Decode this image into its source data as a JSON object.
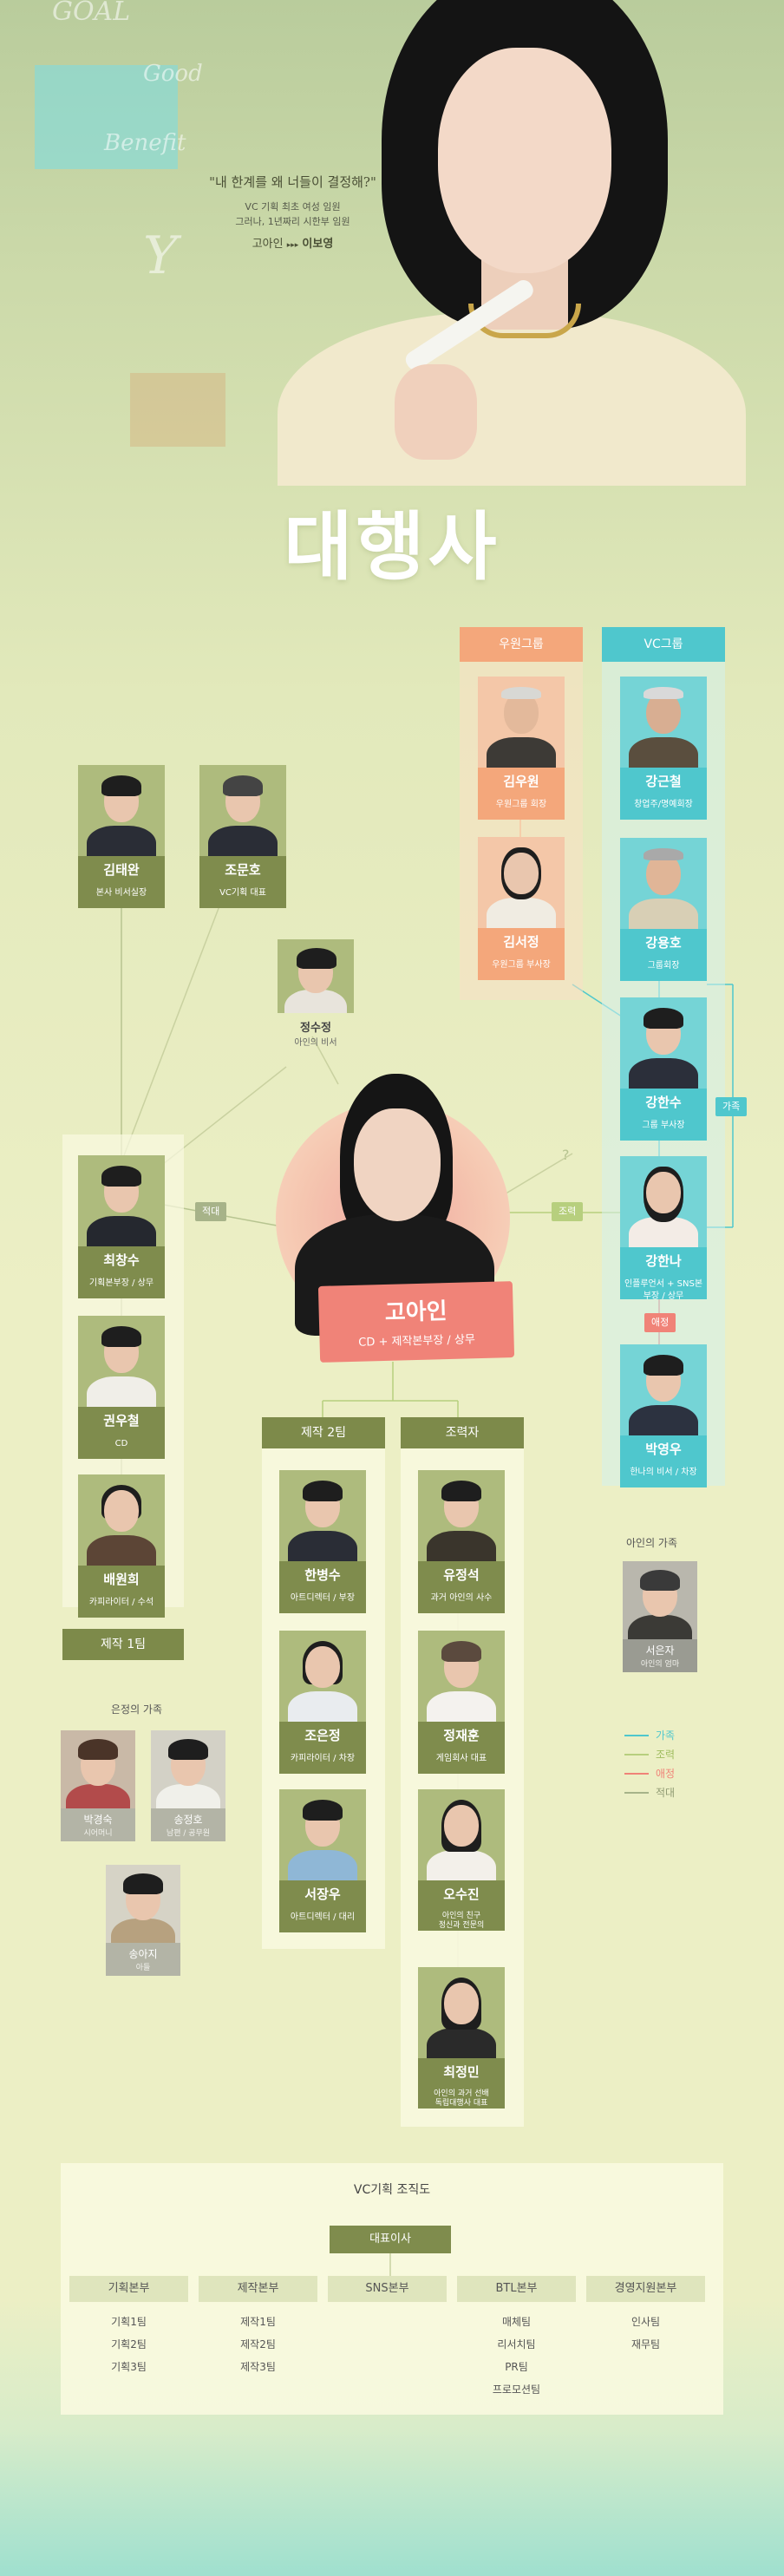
{
  "hero": {
    "quote": "\"내 한계를 왜 너들이 결정해?\"",
    "desc_line1": "VC 기획 최초 여성 임원",
    "desc_line2": "그러나, 1년짜리 시한부 임원",
    "role_name": "고아인",
    "actor": "이보영",
    "scribbles": [
      "GOAL",
      "Good",
      "Benefit",
      "Y"
    ]
  },
  "logo": "대행사",
  "groups": {
    "woowon": {
      "title": "우원그룹",
      "members": [
        {
          "name": "김우원",
          "role": "우원그룹 회장"
        },
        {
          "name": "김서정",
          "role": "우원그룹 부사장"
        }
      ]
    },
    "vc": {
      "title": "VC그룹",
      "members": [
        {
          "name": "강근철",
          "role": "창업주/명예회장"
        },
        {
          "name": "강용호",
          "role": "그룹회장"
        },
        {
          "name": "강한수",
          "role": "그룹 부사장"
        },
        {
          "name": "강한나",
          "role": "인플루언서 + SNS본부장 / 상무"
        },
        {
          "name": "박영우",
          "role": "한나의 비서 / 차장"
        }
      ]
    }
  },
  "left_top": [
    {
      "name": "김태완",
      "role": "본사 비서실장"
    },
    {
      "name": "조문호",
      "role": "VC기획 대표"
    }
  ],
  "secretary": {
    "name": "정수정",
    "role": "아인의 비서"
  },
  "center": {
    "name": "고아인",
    "role": "CD + 제작본부장 / 상무"
  },
  "team1": {
    "title": "제작 1팀",
    "members": [
      {
        "name": "최창수",
        "role": "기획본부장 / 상무"
      },
      {
        "name": "권우철",
        "role": "CD"
      },
      {
        "name": "배원희",
        "role": "카피라이터 / 수석"
      }
    ]
  },
  "team2": {
    "title": "제작 2팀",
    "members": [
      {
        "name": "한병수",
        "role": "아트디렉터 / 부장"
      },
      {
        "name": "조은정",
        "role": "카피라이터 / 차장"
      },
      {
        "name": "서장우",
        "role": "아트디렉터 / 대리"
      }
    ]
  },
  "helpers": {
    "title": "조력자",
    "members": [
      {
        "name": "유정석",
        "role": "과거 아인의 사수"
      },
      {
        "name": "정재훈",
        "role": "게임회사 대표"
      },
      {
        "name": "오수진",
        "role_line1": "아인의 친구",
        "role_line2": "정신과 전문의"
      },
      {
        "name": "최정민",
        "role_line1": "아인의 과거 선배",
        "role_line2": "독립대행사 대표"
      }
    ]
  },
  "ain_family": {
    "title": "아인의 가족",
    "member": {
      "name": "서은자",
      "role": "아인의 엄마"
    }
  },
  "eunjung_family": {
    "title": "은정의 가족",
    "members": [
      {
        "name": "박경숙",
        "role": "시어머니"
      },
      {
        "name": "송정호",
        "role": "남편 / 공무원"
      },
      {
        "name": "송아지",
        "role": "아들"
      }
    ]
  },
  "tags": {
    "rival": "적대",
    "helper": "조력",
    "family": "가족",
    "love": "애정",
    "question": "?"
  },
  "legend": [
    {
      "label": "가족",
      "color": "#4fc7cd"
    },
    {
      "label": "조력",
      "color": "#b7cf7e"
    },
    {
      "label": "애정",
      "color": "#f08378"
    },
    {
      "label": "적대",
      "color": "#a7b389"
    }
  ],
  "colors": {
    "teal": "#4fc7cd",
    "peach": "#f4a77b",
    "olive": "#7f8c4d",
    "coral": "#f08378"
  },
  "org": {
    "title": "VC기획 조직도",
    "ceo": "대표이사",
    "divisions": [
      {
        "name": "기획본부",
        "teams": [
          "기획1팀",
          "기획2팀",
          "기획3팀"
        ]
      },
      {
        "name": "제작본부",
        "teams": [
          "제작1팀",
          "제작2팀",
          "제작3팀"
        ]
      },
      {
        "name": "SNS본부",
        "teams": []
      },
      {
        "name": "BTL본부",
        "teams": [
          "매체팀",
          "리서치팀",
          "PR팀",
          "프로모션팀"
        ]
      },
      {
        "name": "경영지원본부",
        "teams": [
          "인사팀",
          "재무팀"
        ]
      }
    ]
  }
}
